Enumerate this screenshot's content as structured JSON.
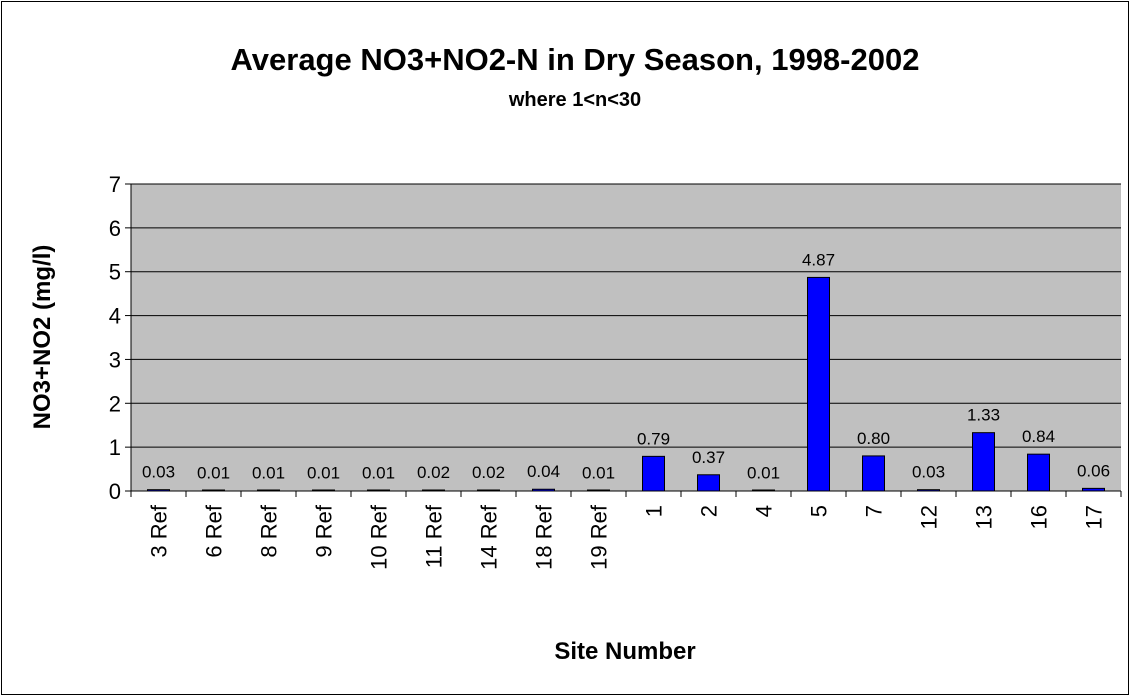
{
  "chart_data": {
    "type": "bar",
    "title": "Average NO3+NO2-N in Dry Season, 1998-2002",
    "subtitle": "where 1<n<30",
    "xlabel": "Site Number",
    "ylabel": "NO3+NO2 (mg/l)",
    "ylim": [
      0,
      7
    ],
    "yticks": [
      "0",
      "1",
      "2",
      "3",
      "4",
      "5",
      "6",
      "7"
    ],
    "grid": true,
    "categories": [
      "3 Ref",
      "6 Ref",
      "8 Ref",
      "9 Ref",
      "10 Ref",
      "11 Ref",
      "14 Ref",
      "18 Ref",
      "19 Ref",
      "1",
      "2",
      "4",
      "5",
      "7",
      "12",
      "13",
      "16",
      "17"
    ],
    "values": [
      0.03,
      0.01,
      0.01,
      0.01,
      0.01,
      0.02,
      0.02,
      0.04,
      0.01,
      0.79,
      0.37,
      0.01,
      4.87,
      0.8,
      0.03,
      1.33,
      0.84,
      0.06
    ],
    "data_labels": [
      "0.03",
      "0.01",
      "0.01",
      "0.01",
      "0.01",
      "0.02",
      "0.02",
      "0.04",
      "0.01",
      "0.79",
      "0.37",
      "0.01",
      "4.87",
      "0.80",
      "0.03",
      "1.33",
      "0.84",
      "0.06"
    ],
    "colors": {
      "bar": "#0000ff",
      "plot_bg": "#c0c0c0",
      "grid": "#000000"
    }
  }
}
